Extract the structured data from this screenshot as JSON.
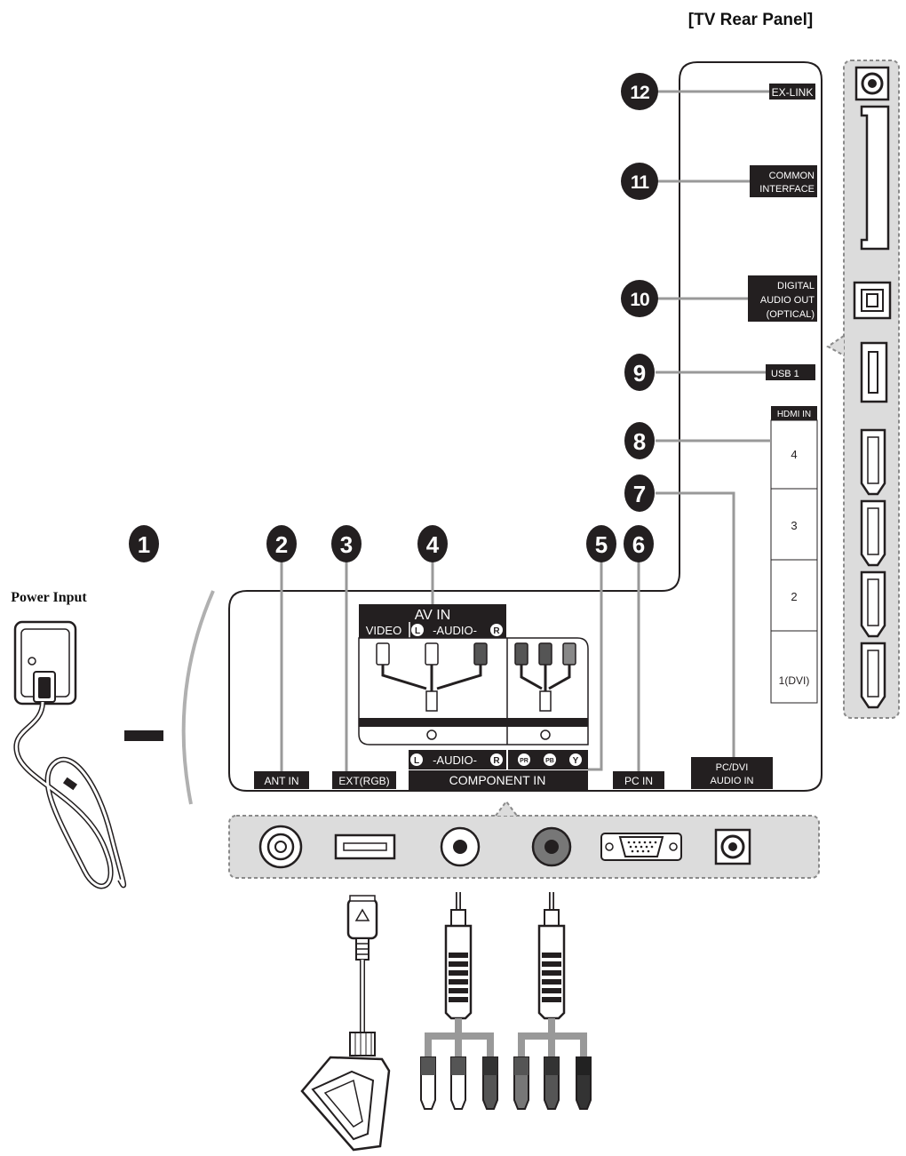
{
  "title": "[TV Rear Panel]",
  "power_label": "Power Input",
  "colors": {
    "panel": "#ffffff",
    "inner": "#f3f3f3",
    "label_bg": "#231f20",
    "side_panel": "#dcdcdc",
    "line": "#999999"
  },
  "callouts": [
    {
      "id": "1",
      "number": "1"
    },
    {
      "id": "2",
      "number": "2"
    },
    {
      "id": "3",
      "number": "3"
    },
    {
      "id": "4",
      "number": "4"
    },
    {
      "id": "5",
      "number": "5"
    },
    {
      "id": "6",
      "number": "6"
    },
    {
      "id": "7",
      "number": "7"
    },
    {
      "id": "8",
      "number": "8"
    },
    {
      "id": "9",
      "number": "9"
    },
    {
      "id": "10",
      "number": "10"
    },
    {
      "id": "11",
      "number": "11"
    },
    {
      "id": "12",
      "number": "12"
    }
  ],
  "labels": {
    "ex_link": "EX-LINK",
    "common_interface": [
      "COMMON",
      "INTERFACE"
    ],
    "digital_audio_out": [
      "DIGITAL",
      "AUDIO OUT",
      "(OPTICAL)"
    ],
    "usb": "USB 1",
    "hdmi_in": "HDMI IN",
    "hdmi_ports": [
      "4",
      "3",
      "2",
      "1(DVI)"
    ],
    "ant_in": "ANT IN",
    "ext_rgb": "EXT(RGB)",
    "av_in": "AV IN",
    "video": "VIDEO",
    "audio_lr": "-AUDIO-",
    "l": "L",
    "r": "R",
    "component_audio": "-AUDIO-",
    "pr": "PR",
    "pb": "PB",
    "y": "Y",
    "component_in": "COMPONENT IN",
    "pc_in": "PC IN",
    "pc_dvi_audio_in": [
      "PC/DVI",
      "AUDIO IN"
    ]
  }
}
